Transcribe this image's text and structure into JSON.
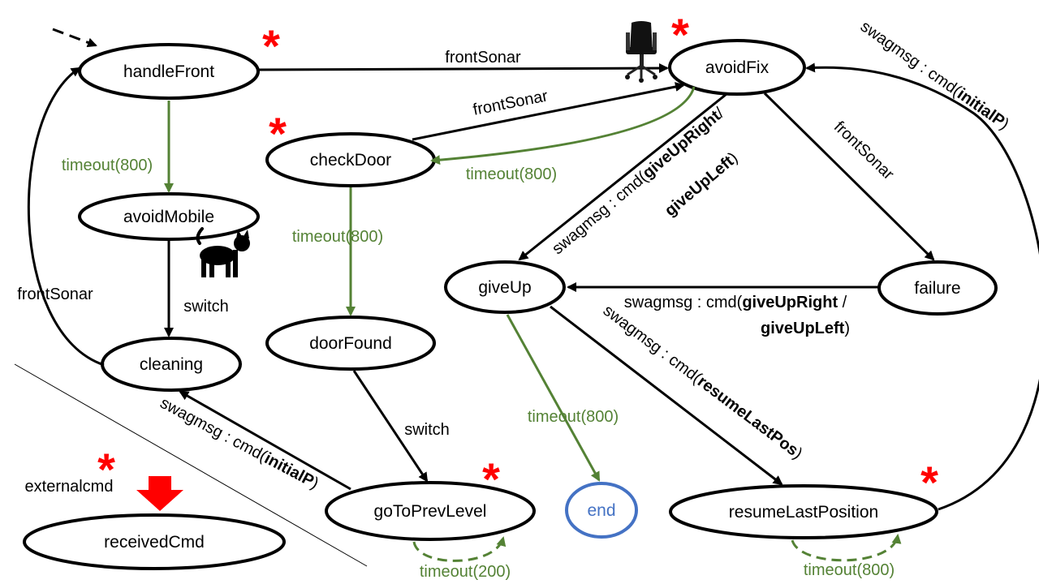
{
  "colors": {
    "black": "#000000",
    "green": "#548235",
    "red": "#ff0000",
    "blue": "#4472c4"
  },
  "star_symbol": "*",
  "states": {
    "handleFront": "handleFront",
    "avoidFix": "avoidFix",
    "checkDoor": "checkDoor",
    "avoidMobile": "avoidMobile",
    "giveUp": "giveUp",
    "failure": "failure",
    "doorFound": "doorFound",
    "cleaning": "cleaning",
    "goToPrevLevel": "goToPrevLevel",
    "end": "end",
    "resumeLastPosition": "resumeLastPosition",
    "receivedCmd": "receivedCmd"
  },
  "labels": {
    "frontSonar_top": "frontSonar",
    "frontSonar_checkdoor": "frontSonar",
    "frontSonar_failure": "frontSonar",
    "frontSonar_left": "frontSonar",
    "timeout_800_a": "timeout(800)",
    "timeout_800_b": "timeout(800)",
    "timeout_800_c": "timeout(800)",
    "timeout_800_d": "timeout(800)",
    "timeout_800_e": "timeout(800)",
    "timeout_200": "timeout(200)",
    "switch_a": "switch",
    "switch_b": "switch",
    "externalcmd": "externalcmd",
    "giveUpFix": {
      "prefix": "swagmsg : cmd(",
      "b1": "giveUpRight",
      "slash": "/",
      "b2": "giveUpLeft",
      "close": ")"
    },
    "failureGiveUp": {
      "prefix": "swagmsg : cmd(",
      "b1": "giveUpRight",
      "slash": " /",
      "b2": "giveUpLeft",
      "close": ")"
    },
    "initialP_right": {
      "prefix": "swagmsg : cmd(",
      "b1": "initialP",
      "close": ")"
    },
    "initialP_bottom": {
      "prefix": "swagmsg : cmd(",
      "b1": "initialP",
      "close": ")"
    },
    "resumeLastPos": {
      "prefix": "swagmsg : cmd(",
      "b1": "resumeLastPos",
      "close": ")"
    }
  }
}
